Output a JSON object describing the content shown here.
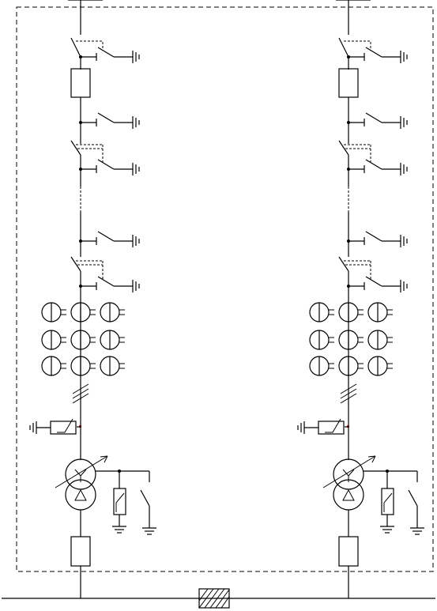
{
  "diagram": {
    "type": "single-line electrical schematic",
    "feeders": [
      {
        "id": "left-feeder",
        "ground_switches": 5,
        "current_transformers": 9
      },
      {
        "id": "right-feeder",
        "ground_switches": 5,
        "current_transformers": 9
      }
    ],
    "colors": {
      "line": "#000000",
      "accent": "#dd2222",
      "background": "#ffffff"
    }
  }
}
